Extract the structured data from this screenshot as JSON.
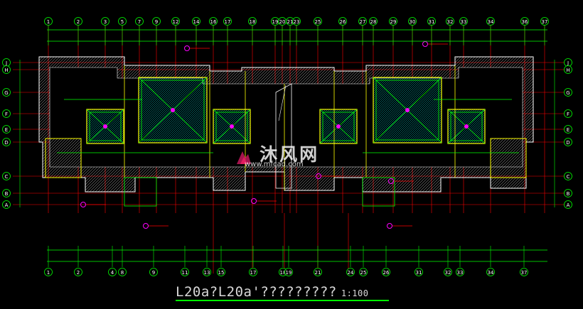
{
  "drawing": {
    "caption_main": "L20a?L20a'?????????",
    "caption_scale": "1:100"
  },
  "axes": {
    "top": [
      "1",
      "2",
      "3",
      "5",
      "7",
      "9",
      "12",
      "14",
      "16",
      "17",
      "18",
      "19",
      "20",
      "21",
      "23",
      "25",
      "26",
      "27",
      "28",
      "29",
      "30",
      "31",
      "32",
      "33",
      "34",
      "36",
      "37"
    ],
    "bottom": [
      "1",
      "2",
      "4",
      "8",
      "9",
      "11",
      "13",
      "15",
      "17",
      "18",
      "19",
      "21",
      "24",
      "25",
      "26",
      "31",
      "32",
      "33",
      "34",
      "37"
    ],
    "rows_left": [
      "J",
      "H",
      "G",
      "F",
      "E",
      "D",
      "C",
      "B",
      "A"
    ],
    "rows_right": [
      "J",
      "H",
      "G",
      "F",
      "E",
      "D",
      "C",
      "B",
      "A"
    ]
  },
  "watermark": {
    "text": "沐风网",
    "url": "www.mfcad.com"
  },
  "colors": {
    "background": "#000000",
    "axis": "#00ff00",
    "grid": "#ff0000",
    "wall": "#ffffff",
    "dimension": "#ffff00",
    "roof": "#00ffff",
    "accent": "#ff00ff"
  }
}
